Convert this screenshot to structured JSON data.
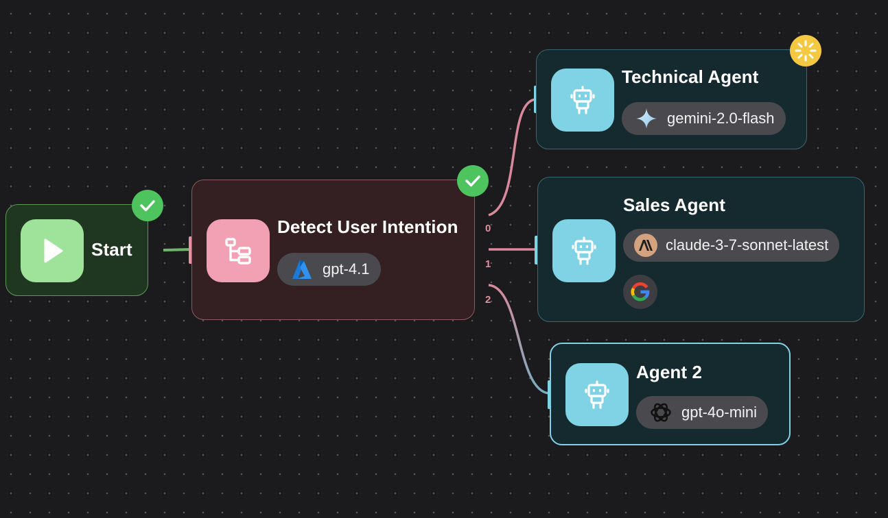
{
  "canvas": {
    "background": "#1b1b1d",
    "dot_color": "#55555a"
  },
  "nodes": {
    "start": {
      "title": "Start",
      "icon": "play-icon",
      "status": "completed",
      "colors": {
        "fill": "#1f3620",
        "border": "#5e9a58",
        "icon_bg": "#9fe39a"
      }
    },
    "router": {
      "title": "Detect User Intention",
      "icon": "branch-icon",
      "status": "completed",
      "model": {
        "label": "gpt-4.1",
        "logo": "azure-logo"
      },
      "outputs": [
        "0",
        "1",
        "2"
      ],
      "colors": {
        "fill": "#341f22",
        "border": "#8c5a62",
        "icon_bg": "#f2a1b4"
      }
    },
    "technical_agent": {
      "title": "Technical Agent",
      "icon": "robot-icon",
      "status": "running",
      "model": {
        "label": "gemini-2.0-flash",
        "logo": "gemini-logo"
      }
    },
    "sales_agent": {
      "title": "Sales Agent",
      "icon": "robot-icon",
      "model": {
        "label": "claude-3-7-sonnet-latest",
        "logo": "anthropic-logo"
      },
      "tools": [
        {
          "name": "google-logo"
        }
      ]
    },
    "agent_2": {
      "title": "Agent 2",
      "icon": "robot-icon",
      "selected": true,
      "model": {
        "label": "gpt-4o-mini",
        "logo": "openai-logo"
      }
    }
  },
  "colors": {
    "agent_fill": "#152a2f",
    "agent_border": "#3b6870",
    "agent_selected_border": "#82d2e6",
    "agent_icon_bg": "#7fd3e5",
    "check_badge": "#4ec45e",
    "running_badge": "#f5c842",
    "edge_start": "#6fb56a",
    "edge_router": "#d9899c",
    "port_label": "#e58e9e"
  }
}
